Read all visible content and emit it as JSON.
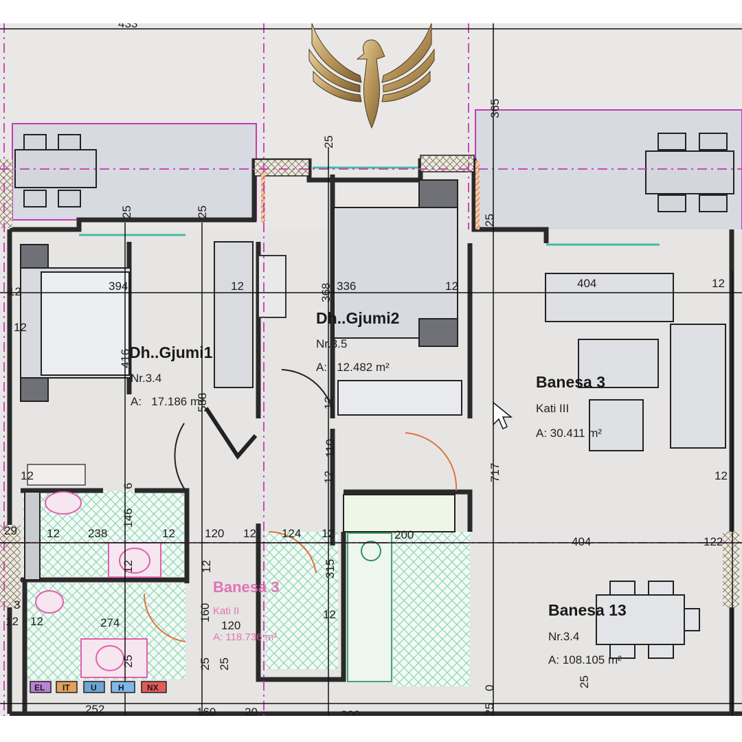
{
  "colors": {
    "paper": "#e9e8e6",
    "wall": "#2a2a2a",
    "furniture_fill": "#d6d8dc",
    "tile_hatch": "#9fd9bf",
    "boundary_magenta": "#c23bb3",
    "door_swing_orange": "#e0733a",
    "logo_gold": "#b8955a"
  },
  "logo": {
    "icon": "eagle-emblem-icon"
  },
  "rooms": [
    {
      "id": "bedroom1",
      "name": "Dh..Gjumi1",
      "number": "Nr.3.4",
      "area": "A:   17.186 m²"
    },
    {
      "id": "bedroom2",
      "name": "Dh..Gjumi2",
      "number": "Nr.3.5",
      "area": "A:   12.482 m²"
    },
    {
      "id": "living3",
      "name": "Banesa 3",
      "floor": "Kati III",
      "area": "A: 30.411 m²"
    },
    {
      "id": "apt13",
      "name": "Banesa 13",
      "number": "Nr.3.4",
      "area": "A: 108.105 m²"
    }
  ],
  "pink_overlay": {
    "name": "Banesa 3",
    "floor": "Kati II",
    "area": "A: 118.736 m²"
  },
  "dimensions": [
    "433",
    "365",
    "25",
    "25",
    "25",
    "25",
    "394",
    "12",
    "12",
    "12",
    "368",
    "336",
    "12",
    "404",
    "12",
    "416",
    "12",
    "588",
    "12",
    "110",
    "12",
    "717",
    "12",
    "29",
    "12",
    "238",
    "146",
    "12",
    "120",
    "12",
    "124",
    "12",
    "200",
    "404",
    "122",
    "12",
    "12",
    "315",
    "12",
    "274",
    "120",
    "160",
    "25",
    "25",
    "25",
    "252",
    "160",
    "20",
    "200",
    "0",
    "25",
    "25",
    "12",
    "6",
    "3"
  ],
  "layer_tags": [
    "EL",
    "IT",
    "U",
    "H",
    "NX"
  ],
  "cursor": {
    "icon": "mouse-pointer-icon"
  }
}
